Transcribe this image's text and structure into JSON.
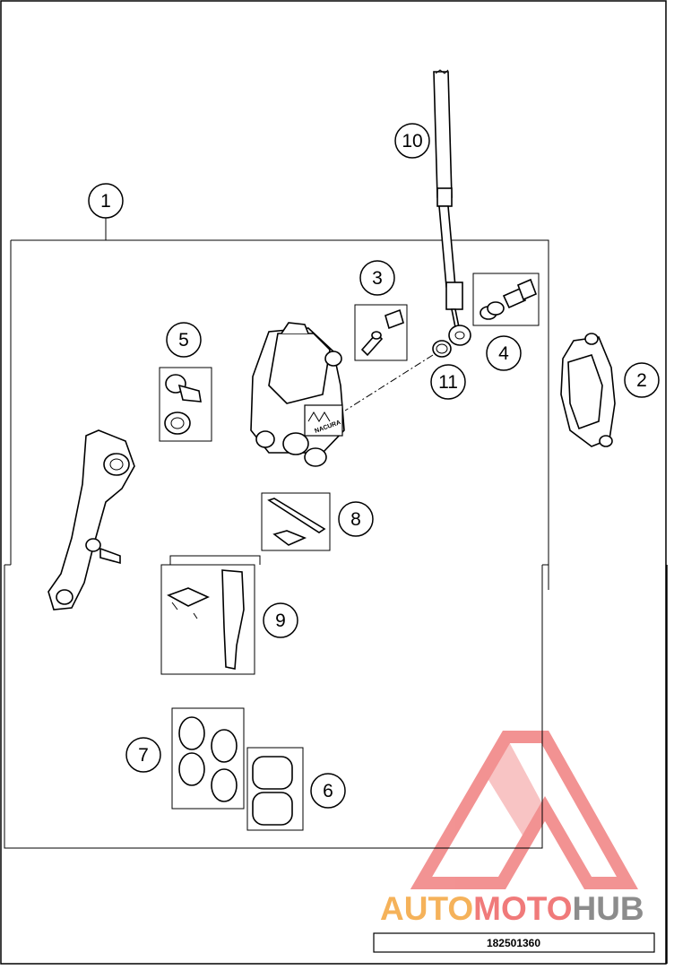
{
  "diagram": {
    "callouts": [
      {
        "id": "1",
        "label": "1"
      },
      {
        "id": "2",
        "label": "2"
      },
      {
        "id": "3",
        "label": "3"
      },
      {
        "id": "4",
        "label": "4"
      },
      {
        "id": "5",
        "label": "5"
      },
      {
        "id": "6",
        "label": "6"
      },
      {
        "id": "7",
        "label": "7"
      },
      {
        "id": "8",
        "label": "8"
      },
      {
        "id": "9",
        "label": "9"
      },
      {
        "id": "10",
        "label": "10"
      },
      {
        "id": "11",
        "label": "11"
      }
    ],
    "caliper_brand": "NACURA",
    "drawing_code": "182501360"
  },
  "watermark": {
    "part1": "AUTO",
    "part2": "MOTO",
    "part3": "HUB",
    "colors": {
      "auto": "#f5b25a",
      "moto": "#f07a7a",
      "hub": "#8c8c8c",
      "logo": "#f08080"
    }
  }
}
